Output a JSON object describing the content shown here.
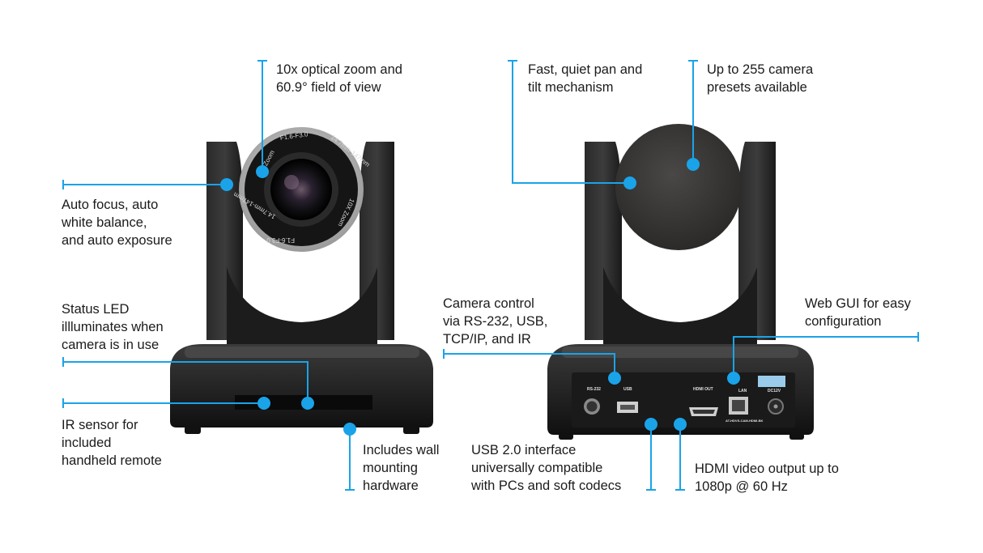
{
  "accent_color": "#1aa3e8",
  "front_camera": {
    "lens_ring_text_top": "F1.6-F3.0",
    "lens_ring_text_top_right": "14.7mm-147mm",
    "lens_ring_text_left": "10X Zoom",
    "lens_ring_text_bottom": "F1.6-F3.0",
    "lens_ring_text_bottom_right": "14.7mm-147mm",
    "lens_ring_text_right": "10X Zoom"
  },
  "rear_panel": {
    "port_rs232": "RS-232",
    "port_usb": "USB",
    "port_hdmi": "HDMI OUT",
    "port_lan": "LAN",
    "port_dc": "DC12V",
    "model_label": "AT-HDVS-CAM-HDMI-BK"
  },
  "callouts": {
    "zoom": [
      "10x optical zoom and",
      "60.9° field of view"
    ],
    "autofocus": [
      "Auto focus, auto",
      "white balance,",
      "and auto exposure"
    ],
    "status_led": [
      "Status LED",
      "illluminates when",
      "camera is in use"
    ],
    "ir_sensor": [
      "IR sensor for",
      "included",
      "handheld remote"
    ],
    "wall_mount": [
      "Includes wall",
      "mounting",
      "hardware"
    ],
    "pan_tilt": [
      "Fast, quiet pan and",
      "tilt mechanism"
    ],
    "presets": [
      "Up to 255 camera",
      "presets available"
    ],
    "control": [
      "Camera control",
      "via RS-232, USB,",
      "TCP/IP, and IR"
    ],
    "web_gui": [
      "Web GUI for easy",
      "configuration"
    ],
    "usb": [
      "USB 2.0 interface",
      "universally compatible",
      "with PCs and soft codecs"
    ],
    "hdmi": [
      "HDMI video output up to",
      "1080p @ 60 Hz"
    ]
  }
}
